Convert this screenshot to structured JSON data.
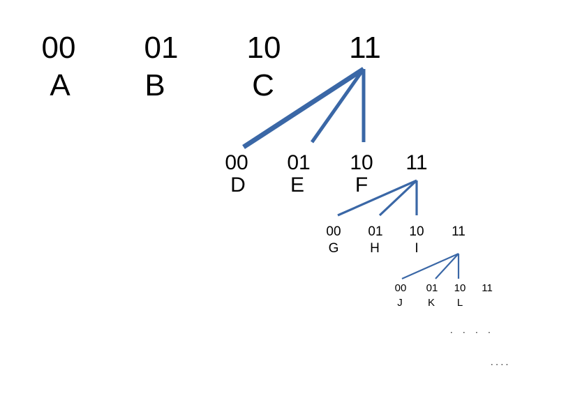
{
  "diagram": {
    "edge_color": "#3a67a6",
    "level0": {
      "codes": [
        "00",
        "01",
        "10",
        "11"
      ],
      "symbols": [
        "A",
        "B",
        "C"
      ]
    },
    "level1": {
      "codes": [
        "00",
        "01",
        "10",
        "11"
      ],
      "symbols": [
        "D",
        "E",
        "F"
      ]
    },
    "level2": {
      "codes": [
        "00",
        "01",
        "10",
        "11"
      ],
      "symbols": [
        "G",
        "H",
        "I"
      ]
    },
    "level3": {
      "codes": [
        "00",
        "01",
        "10",
        "11"
      ],
      "symbols": [
        "J",
        "K",
        "L"
      ]
    },
    "ellipsis_1": ".    .    .    .",
    "ellipsis_2": ". . . ."
  }
}
